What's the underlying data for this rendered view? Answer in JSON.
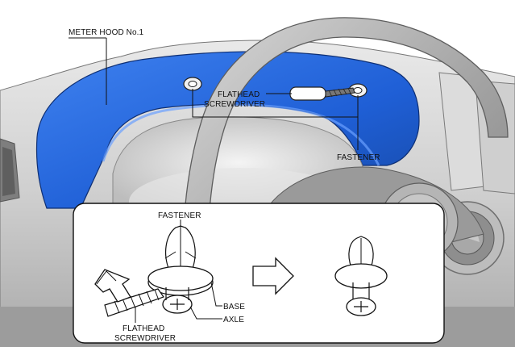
{
  "diagram": {
    "labels": {
      "meter_hood": "METER HOOD No.1",
      "screwdriver_top_line1": "FLATHEAD",
      "screwdriver_top_line2": "SCREWDRIVER",
      "fastener_top": "FASTENER",
      "fastener_inset": "FASTENER",
      "base": "BASE",
      "axle": "AXLE",
      "screwdriver_inset_line1": "FLATHEAD",
      "screwdriver_inset_line2": "SCREWDRIVER"
    },
    "colors": {
      "hood_blue": "#1f5fd6",
      "hood_blue_light": "#3b7bea",
      "dash_gray": "#c9c9c9",
      "dash_dark": "#8a8a8a",
      "line": "#111111"
    },
    "icons": {
      "arrow_pull": "up-arrow-icon",
      "arrow_next": "right-arrow-icon"
    }
  }
}
